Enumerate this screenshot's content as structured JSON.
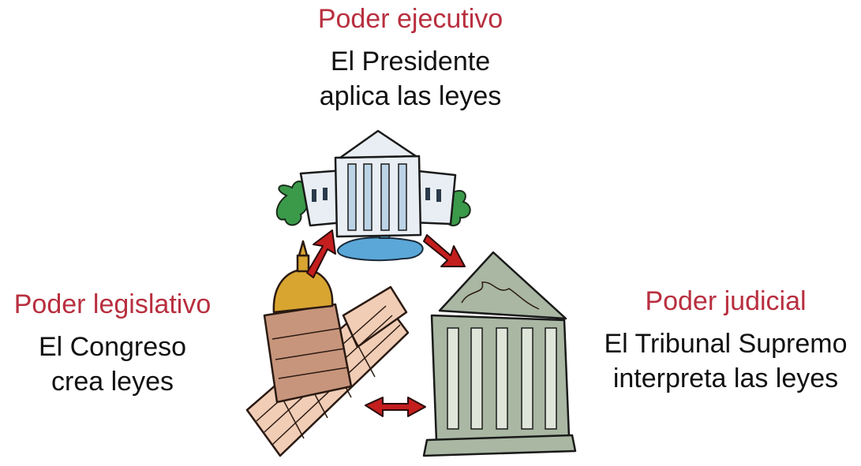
{
  "branches": {
    "executive": {
      "title": "Poder ejecutivo",
      "line1": "El Presidente",
      "line2": "aplica las leyes"
    },
    "legislative": {
      "title": "Poder legislativo",
      "line1": "El Congreso",
      "line2": "crea leyes"
    },
    "judicial": {
      "title": "Poder judicial",
      "line1": "El Tribunal Supremo",
      "line2": "interpreta las leyes"
    }
  },
  "colors": {
    "title": "#b82f3f",
    "arrow": "#c41e1e",
    "white_house": "#e8eef3",
    "water": "#5aa7d8",
    "tree": "#3a9a4a",
    "capitol_dome": "#d9a531",
    "capitol_body": "#f1cdb6",
    "court": "#a9b7a3"
  }
}
